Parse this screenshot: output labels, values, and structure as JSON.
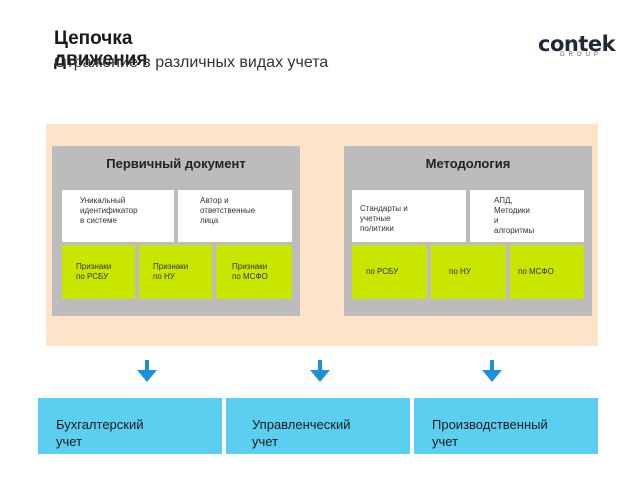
{
  "header": {
    "title": "Цепочка движения",
    "subtitle": "Отражение в различных видах учета",
    "logo": "contek",
    "logo_sub": "GROUP"
  },
  "panels": [
    {
      "title": "Первичный документ",
      "white_boxes": [
        "Уникальный идентификатор в системе",
        "Автор и ответственные лица"
      ],
      "green_boxes": [
        "Признаки по РСБУ",
        "Признаки по НУ",
        "Признаки по МСФО"
      ]
    },
    {
      "title": "Методология",
      "white_boxes": [
        "Стандарты и учетные политики",
        "АПД, Методики и алгоритмы"
      ],
      "green_boxes": [
        "по РСБУ",
        "по НУ",
        "по МСФО"
      ]
    }
  ],
  "accounting": [
    {
      "label": "Бухгалтерский учет"
    },
    {
      "label": "Управленческий учет"
    },
    {
      "label": "Производственный учет"
    }
  ],
  "colors": {
    "background": "#fde3c7",
    "panel": "#bcbcbc",
    "green": "#c8e600",
    "blue": "#5ccff0",
    "arrow": "#1e90d8"
  }
}
